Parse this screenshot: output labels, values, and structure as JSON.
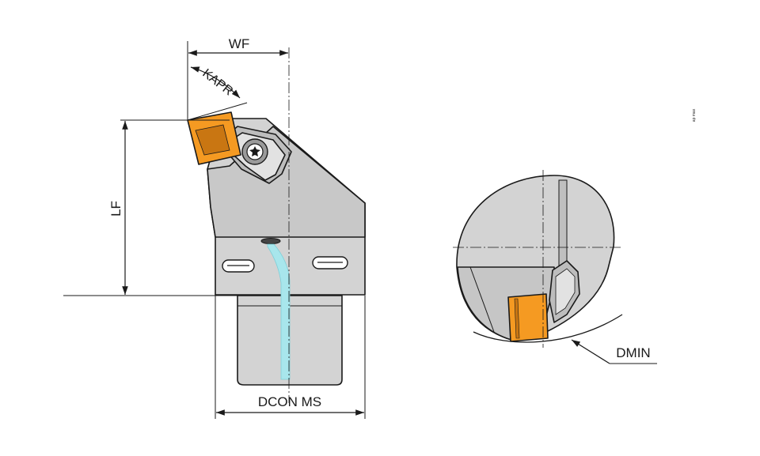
{
  "labels": {
    "wf": "WF",
    "kapr": "KAPR",
    "lf": "LF",
    "dcon_ms": "DCON MS",
    "dmin": "DMIN",
    "ap_max": "ap max"
  },
  "colors": {
    "body": "#d3d3d3",
    "body_dark": "#b4b4b4",
    "insert": "#f59a22",
    "insert_dark": "#c97612",
    "coolant": "#a8e6ec",
    "line": "#1a1a1a"
  }
}
